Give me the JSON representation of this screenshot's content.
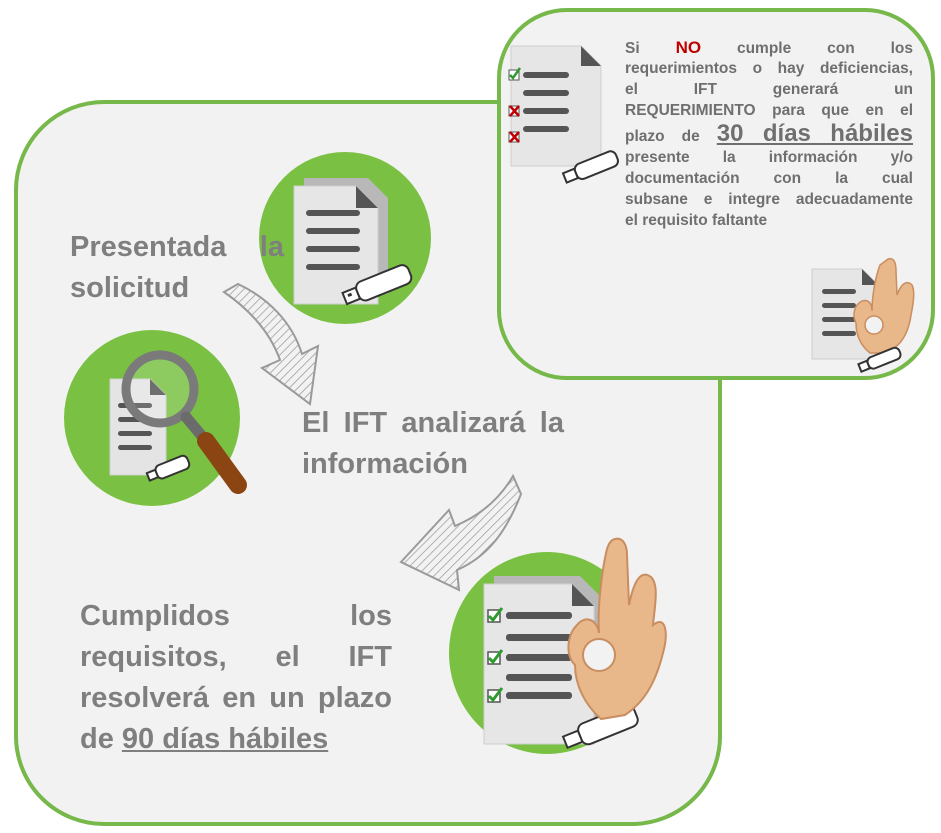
{
  "step1": {
    "lines": [
      "Presentada la",
      "solicitud"
    ]
  },
  "step2": {
    "lines": [
      "El IFT analizará la",
      "información"
    ]
  },
  "step3": {
    "lines": [
      "Cumplidos los",
      "requisitos, el IFT",
      "resolverá en un plazo"
    ],
    "last_prefix": "de ",
    "deadline": "90 días hábiles"
  },
  "note": {
    "si": "Si",
    "no": "NO",
    "line1_rest": [
      "cumple",
      "con",
      "los"
    ],
    "line2": "requerimientos o hay deficiencias,",
    "line3": [
      "el",
      "IFT",
      "generará",
      "un"
    ],
    "line4": "REQUERIMIENTO para que en el",
    "line5_prefix": "plazo de",
    "deadline": "30 días hábiles",
    "line6": "presente la información y/o",
    "line7": "documentación con la cual",
    "line8": "subsane e integre adecuadamente",
    "line9": "el requisito faltante"
  },
  "colors": {
    "green": "#7ac143",
    "border": "#77b84a",
    "text": "#7f7f7f",
    "accent_red": "#c00000"
  },
  "icons": [
    "document-usb-icon",
    "magnifier-icon",
    "checklist-icon",
    "ok-hand-icon",
    "striped-arrow-icon"
  ]
}
